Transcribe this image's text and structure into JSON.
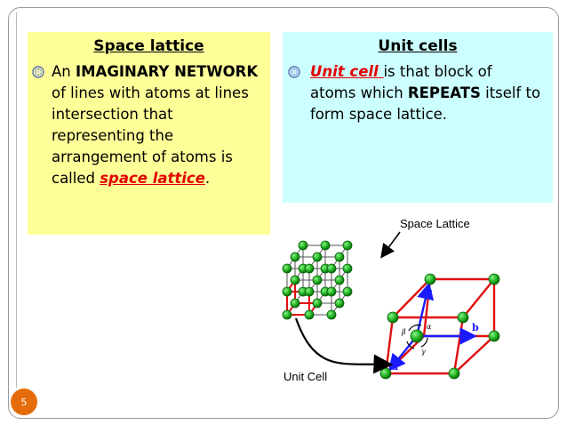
{
  "slide": {
    "page_number": "5"
  },
  "left_box": {
    "title": "Space lattice",
    "line1_pre": "An ",
    "line1_bold": "IMAGINARY NETWORK",
    "line2": "of lines with atoms at lines",
    "line3": "intersection that",
    "line4": "representing the",
    "line5": "arrangement of atoms is",
    "line6_pre": "called ",
    "line6_term": "space lattice",
    "line6_post": "."
  },
  "right_box": {
    "title": "Unit cells",
    "line1_term": "Unit cell ",
    "line1_post": "is that block of",
    "line2_pre": "atoms which ",
    "line2_bold": "REPEATS",
    "line2_post": " itself to",
    "line3": "form space lattice."
  },
  "diagram": {
    "label_space_lattice": "Space Lattice",
    "label_unit_cell": "Unit Cell",
    "axis_a": "a",
    "axis_b": "b",
    "axis_c": "c",
    "angle_alpha": "α",
    "angle_beta": "β",
    "angle_gamma": "γ",
    "colors": {
      "atom": "#22b522",
      "edge": "#e01010",
      "axis": "#1a1aff"
    }
  }
}
